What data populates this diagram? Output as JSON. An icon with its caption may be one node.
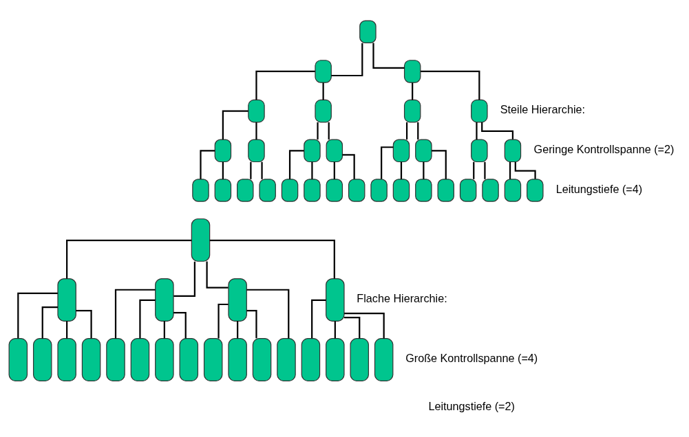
{
  "diagram": {
    "nodes": [
      {
        "text": [],
        "shape": "box"
      },
      {
        "text": [],
        "shape": "box"
      },
      {
        "text": [],
        "shape": "box"
      },
      {
        "text": [],
        "shape": "box"
      },
      {
        "text": [],
        "shape": "box"
      },
      {
        "text": [],
        "shape": "box"
      },
      {
        "text": [],
        "shape": "box"
      },
      {
        "text": [],
        "shape": "box"
      },
      {
        "text": [],
        "shape": "box"
      },
      {
        "text": [],
        "shape": "box"
      },
      {
        "text": [],
        "shape": "box"
      },
      {
        "text": [],
        "shape": "box"
      },
      {
        "text": [],
        "shape": "box"
      },
      {
        "text": [],
        "shape": "box"
      },
      {
        "text": [],
        "shape": "box"
      },
      {
        "text": [],
        "shape": "box"
      },
      {
        "text": [],
        "shape": "box"
      },
      {
        "text": [],
        "shape": "box"
      },
      {
        "text": [],
        "shape": "box"
      },
      {
        "text": [],
        "shape": "box"
      },
      {
        "text": [],
        "shape": "box"
      },
      {
        "text": [],
        "shape": "box"
      },
      {
        "text": [],
        "shape": "box"
      },
      {
        "text": [],
        "shape": "box"
      },
      {
        "text": [],
        "shape": "box"
      },
      {
        "text": [],
        "shape": "box"
      },
      {
        "text": [],
        "shape": "box"
      },
      {
        "text": [],
        "shape": "box"
      },
      {
        "text": [],
        "shape": "box"
      },
      {
        "text": [],
        "shape": "box"
      },
      {
        "text": [],
        "shape": "box"
      },
      {
        "text": [],
        "shape": "box"
      },
      {
        "text": [],
        "shape": "box"
      },
      {
        "text": [],
        "shape": "box"
      },
      {
        "text": [],
        "shape": "box"
      },
      {
        "text": [],
        "shape": "box"
      },
      {
        "text": [],
        "shape": "box"
      },
      {
        "text": [],
        "shape": "box"
      },
      {
        "text": [],
        "shape": "box"
      },
      {
        "text": [],
        "shape": "box"
      },
      {
        "text": [],
        "shape": "box"
      },
      {
        "text": [],
        "shape": "box"
      },
      {
        "text": [],
        "shape": "box"
      },
      {
        "text": [],
        "shape": "box"
      },
      {
        "text": [],
        "shape": "box"
      },
      {
        "text": [],
        "shape": "box"
      },
      {
        "text": [],
        "shape": "box"
      },
      {
        "text": [],
        "shape": "box"
      },
      {
        "text": [],
        "shape": "box"
      },
      {
        "text": [],
        "shape": "box"
      },
      {
        "text": [],
        "shape": "box"
      },
      {
        "text": [],
        "shape": "box"
      }
    ],
    "edges": [
      {
        "from": 0,
        "to": 1,
        "arrow": "none"
      },
      {
        "from": 0,
        "to": 2,
        "arrow": "none"
      },
      {
        "from": 1,
        "to": 3,
        "arrow": "none"
      },
      {
        "from": 1,
        "to": 4,
        "arrow": "none"
      },
      {
        "from": 2,
        "to": 5,
        "arrow": "none"
      },
      {
        "from": 2,
        "to": 6,
        "arrow": "none"
      },
      {
        "from": 3,
        "to": 7,
        "arrow": "none"
      },
      {
        "from": 3,
        "to": 8,
        "arrow": "none"
      },
      {
        "from": 4,
        "to": 9,
        "arrow": "none"
      },
      {
        "from": 4,
        "to": 10,
        "arrow": "none"
      },
      {
        "from": 5,
        "to": 11,
        "arrow": "none"
      },
      {
        "from": 5,
        "to": 12,
        "arrow": "none"
      },
      {
        "from": 6,
        "to": 13,
        "arrow": "none"
      },
      {
        "from": 6,
        "to": 14,
        "arrow": "none"
      },
      {
        "from": 7,
        "to": 15,
        "arrow": "none"
      },
      {
        "from": 7,
        "to": 16,
        "arrow": "none"
      },
      {
        "from": 8,
        "to": 17,
        "arrow": "none"
      },
      {
        "from": 8,
        "to": 18,
        "arrow": "none"
      },
      {
        "from": 9,
        "to": 19,
        "arrow": "none"
      },
      {
        "from": 9,
        "to": 20,
        "arrow": "none"
      },
      {
        "from": 10,
        "to": 21,
        "arrow": "none"
      },
      {
        "from": 10,
        "to": 22,
        "arrow": "none"
      },
      {
        "from": 11,
        "to": 23,
        "arrow": "none"
      },
      {
        "from": 11,
        "to": 24,
        "arrow": "none"
      },
      {
        "from": 12,
        "to": 25,
        "arrow": "none"
      },
      {
        "from": 12,
        "to": 26,
        "arrow": "none"
      },
      {
        "from": 13,
        "to": 27,
        "arrow": "none"
      },
      {
        "from": 13,
        "to": 28,
        "arrow": "none"
      },
      {
        "from": 14,
        "to": 29,
        "arrow": "none"
      },
      {
        "from": 14,
        "to": 30,
        "arrow": "none"
      },
      {
        "from": 31,
        "to": 32,
        "arrow": "none"
      },
      {
        "from": 31,
        "to": 33,
        "arrow": "none"
      },
      {
        "from": 31,
        "to": 34,
        "arrow": "none"
      },
      {
        "from": 31,
        "to": 35,
        "arrow": "none"
      },
      {
        "from": 32,
        "to": 36,
        "arrow": "none"
      },
      {
        "from": 32,
        "to": 37,
        "arrow": "none"
      },
      {
        "from": 32,
        "to": 38,
        "arrow": "none"
      },
      {
        "from": 32,
        "to": 39,
        "arrow": "none"
      },
      {
        "from": 33,
        "to": 40,
        "arrow": "none"
      },
      {
        "from": 33,
        "to": 41,
        "arrow": "none"
      },
      {
        "from": 33,
        "to": 42,
        "arrow": "none"
      },
      {
        "from": 33,
        "to": 43,
        "arrow": "none"
      },
      {
        "from": 34,
        "to": 44,
        "arrow": "none"
      },
      {
        "from": 34,
        "to": 45,
        "arrow": "none"
      },
      {
        "from": 34,
        "to": 46,
        "arrow": "none"
      },
      {
        "from": 34,
        "to": 47,
        "arrow": "none"
      },
      {
        "from": 35,
        "to": 48,
        "arrow": "none"
      },
      {
        "from": 35,
        "to": 49,
        "arrow": "none"
      },
      {
        "from": 35,
        "to": 50,
        "arrow": "none"
      },
      {
        "from": 35,
        "to": 51,
        "arrow": "none"
      }
    ],
    "labels": [
      "Steile Hierarchie:",
      "Geringe Kontrollspanne (=2)",
      "Leitungstiefe (=4)",
      "Flache Hierarchie:",
      "Große Kontrollspanne (=4)",
      "Leitungstiefe (=2)"
    ]
  }
}
